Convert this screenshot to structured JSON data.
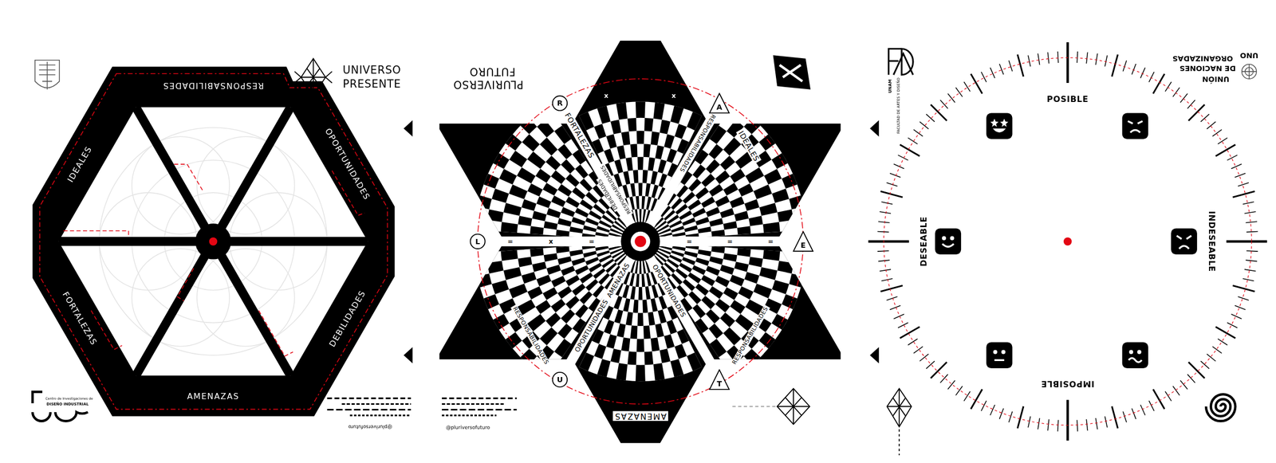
{
  "diagram": {
    "nodes": [
      {
        "text": [
          "R"
        ]
      },
      {
        "text": [
          "A"
        ]
      },
      {
        "text": [
          "L"
        ]
      },
      {
        "text": [
          "E"
        ]
      },
      {
        "text": [
          "U"
        ]
      },
      {
        "text": [
          "T"
        ]
      }
    ],
    "labels": [
      "UNIVERSO",
      "PRESENTE",
      "RESPONSABILIDADES",
      "IDEALES",
      "OPORTUNIDADES",
      "FORTALEZAS",
      "DEBILIDADES",
      "AMENAZAS",
      "Centro de Investigaciones de",
      "DISEÑO INDUSTRIAL",
      "@pluriversofuturo",
      "PLURIVERSO",
      "FUTURO",
      "FORTALEZAS",
      "RESPONSABILIDADES",
      "IDEALES",
      "RESPONSABILIDADES",
      "DEBILIDADES",
      "OPORTUNIDADES",
      "RESPONSABILIDADES",
      "AMENAZAS",
      "OPORTUNIDADES",
      "RESPONSABILIDADES",
      "AMENAZAS",
      "@pluriversofuturo",
      "x",
      "x",
      "=",
      "x",
      "=",
      "=",
      "=",
      "=",
      "UNAM",
      "FACULTAD DE ARTES Y DISEÑO",
      "UNIÓN",
      "DE NACIONES",
      "ORGANIZADAS",
      "UNO",
      "POSIBLE",
      "DESEABLE",
      "INDESEABLE",
      "IMPOSIBLE"
    ]
  }
}
